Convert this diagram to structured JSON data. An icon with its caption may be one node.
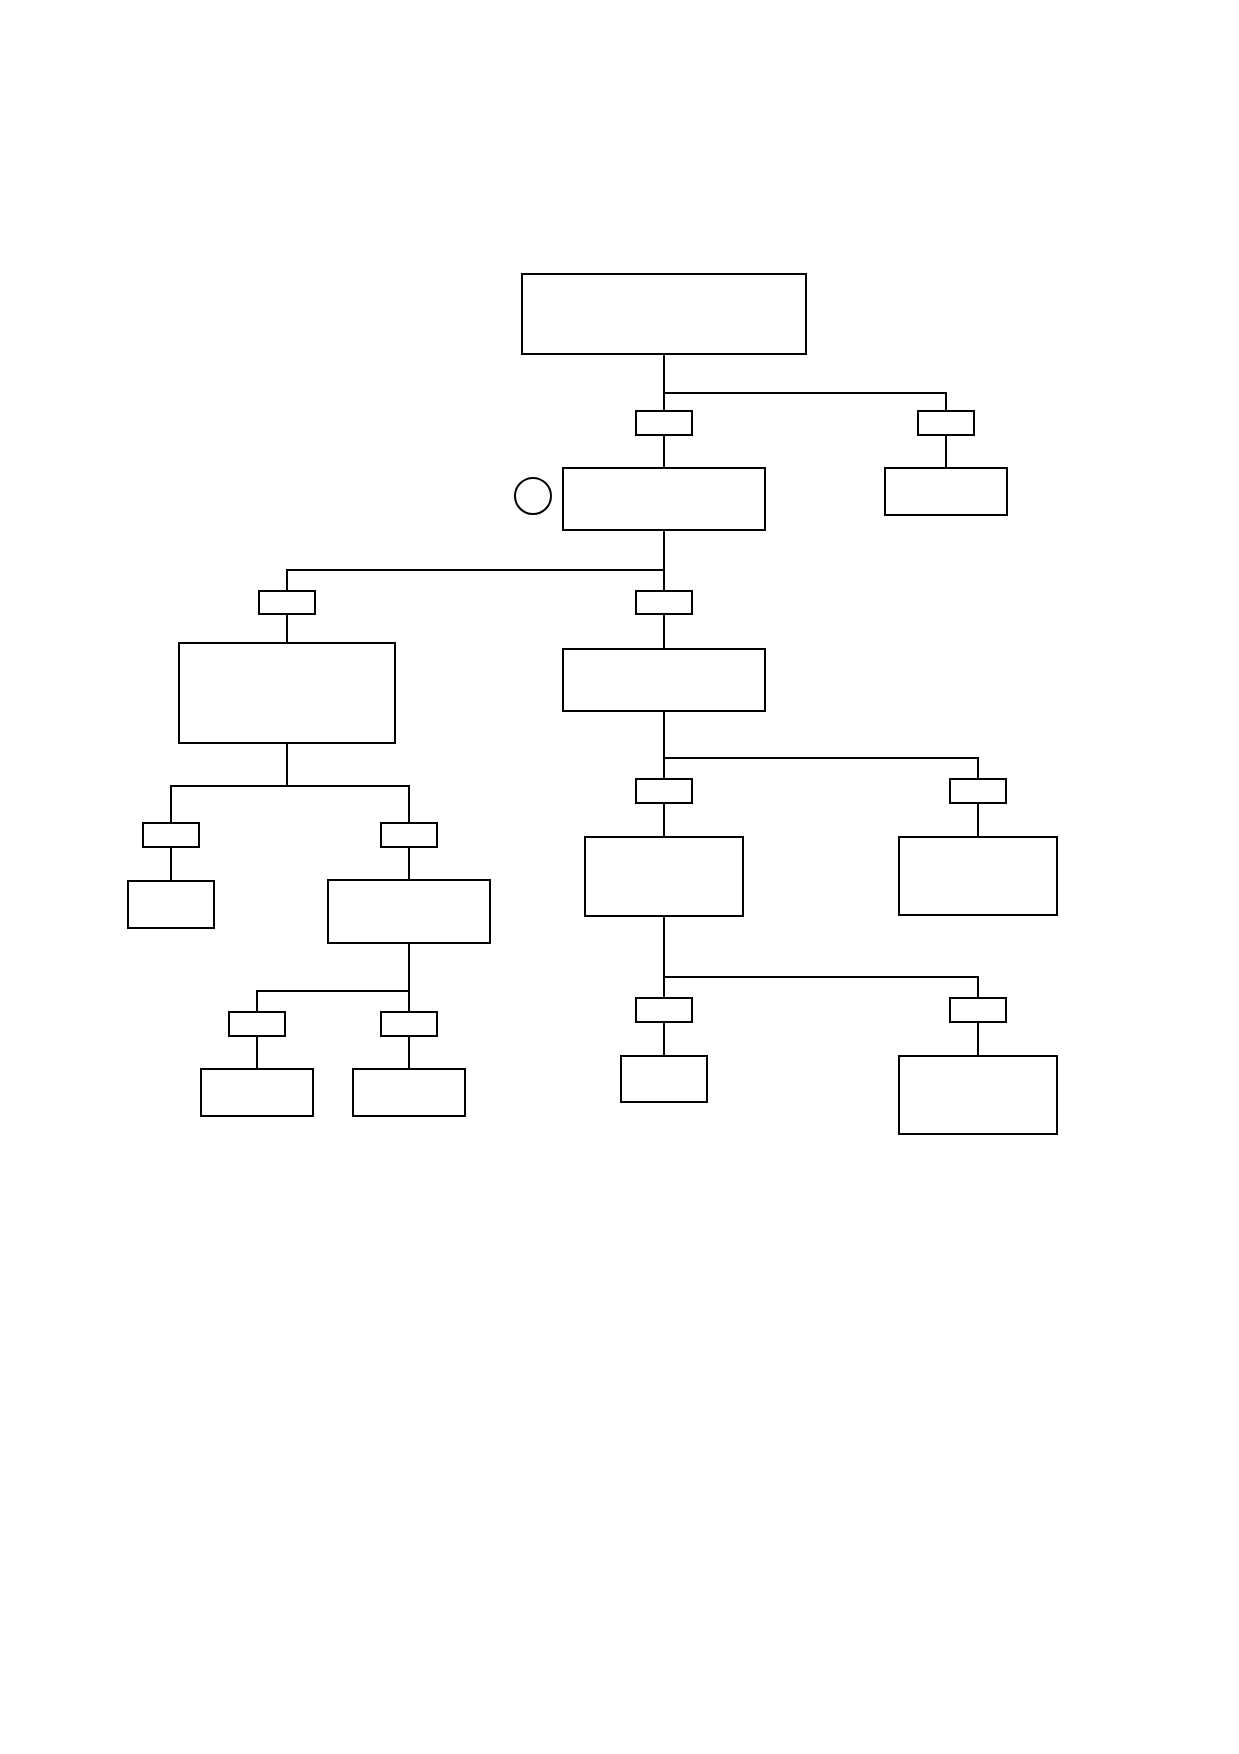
{
  "diagram": {
    "nodes": [
      {
        "text": [],
        "shape": "box"
      },
      {
        "text": [],
        "shape": "box"
      },
      {
        "text": [],
        "shape": "box"
      },
      {
        "text": [],
        "shape": "circle"
      },
      {
        "text": [],
        "shape": "box"
      },
      {
        "text": [],
        "shape": "box"
      },
      {
        "text": [],
        "shape": "box"
      },
      {
        "text": [],
        "shape": "box"
      },
      {
        "text": [],
        "shape": "box"
      },
      {
        "text": [],
        "shape": "box"
      },
      {
        "text": [],
        "shape": "box"
      },
      {
        "text": [],
        "shape": "box"
      },
      {
        "text": [],
        "shape": "box"
      },
      {
        "text": [],
        "shape": "box"
      },
      {
        "text": [],
        "shape": "box"
      },
      {
        "text": [],
        "shape": "box"
      },
      {
        "text": [],
        "shape": "box"
      },
      {
        "text": [],
        "shape": "box"
      },
      {
        "text": [],
        "shape": "box"
      },
      {
        "text": [],
        "shape": "box"
      },
      {
        "text": [],
        "shape": "box"
      },
      {
        "text": [],
        "shape": "box"
      },
      {
        "text": [],
        "shape": "box"
      },
      {
        "text": [],
        "shape": "box"
      },
      {
        "text": [],
        "shape": "box"
      },
      {
        "text": [],
        "shape": "box"
      }
    ],
    "edges": [
      {
        "from": 0,
        "to": 1,
        "arrow": "none"
      },
      {
        "from": 0,
        "to": 2,
        "arrow": "none"
      },
      {
        "from": 1,
        "to": 4,
        "arrow": "none"
      },
      {
        "from": 2,
        "to": 5,
        "arrow": "none"
      },
      {
        "from": 4,
        "to": 6,
        "arrow": "none"
      },
      {
        "from": 4,
        "to": 7,
        "arrow": "none"
      },
      {
        "from": 6,
        "to": 8,
        "arrow": "none"
      },
      {
        "from": 7,
        "to": 9,
        "arrow": "none"
      },
      {
        "from": 8,
        "to": 10,
        "arrow": "none"
      },
      {
        "from": 8,
        "to": 11,
        "arrow": "none"
      },
      {
        "from": 9,
        "to": 12,
        "arrow": "none"
      },
      {
        "from": 9,
        "to": 13,
        "arrow": "none"
      },
      {
        "from": 10,
        "to": 14,
        "arrow": "none"
      },
      {
        "from": 11,
        "to": 15,
        "arrow": "none"
      },
      {
        "from": 12,
        "to": 16,
        "arrow": "none"
      },
      {
        "from": 13,
        "to": 17,
        "arrow": "none"
      },
      {
        "from": 15,
        "to": 18,
        "arrow": "none"
      },
      {
        "from": 15,
        "to": 19,
        "arrow": "none"
      },
      {
        "from": 16,
        "to": 20,
        "arrow": "none"
      },
      {
        "from": 16,
        "to": 21,
        "arrow": "none"
      },
      {
        "from": 18,
        "to": 22,
        "arrow": "none"
      },
      {
        "from": 19,
        "to": 23,
        "arrow": "none"
      },
      {
        "from": 20,
        "to": 24,
        "arrow": "none"
      },
      {
        "from": 21,
        "to": 25,
        "arrow": "none"
      }
    ]
  }
}
